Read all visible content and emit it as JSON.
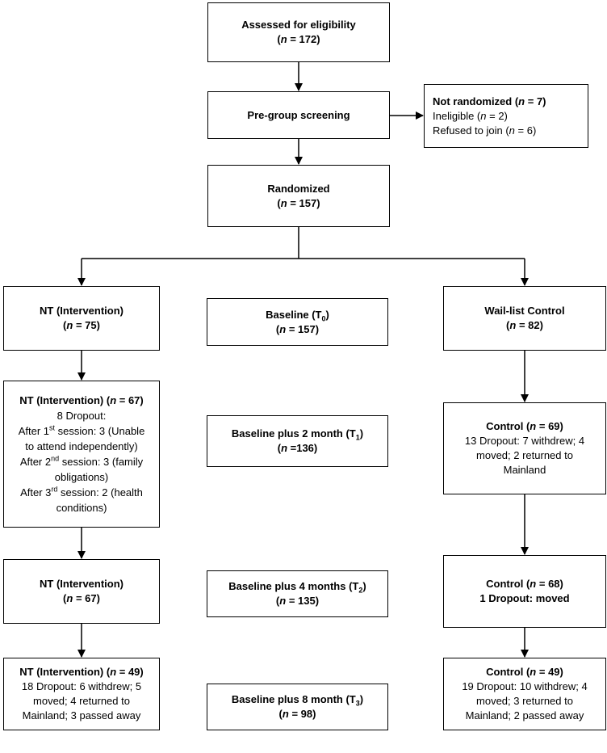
{
  "assessed": {
    "title": "Assessed for eligibility",
    "n_prefix": "n",
    "n_value": " = 172"
  },
  "screening": {
    "title": "Pre-group screening"
  },
  "not_randomized": {
    "title_pre": "Not randomized (",
    "title_n": "n",
    "title_post": " = 7)",
    "line1_pre": "Ineligible (",
    "line1_n": "n",
    "line1_post": " = 2)",
    "line2_pre": "Refused to join (",
    "line2_n": "n",
    "line2_post": " = 6)"
  },
  "randomized": {
    "title": "Randomized",
    "n_prefix": "n",
    "n_value": " = 157"
  },
  "nt_75": {
    "title": "NT (Intervention)",
    "n_prefix": "n",
    "n_value": " = 75"
  },
  "baseline_t0": {
    "title_pre": "Baseline (T",
    "title_sub": "0",
    "title_post": ")",
    "n_prefix": "n",
    "n_value": " = 157"
  },
  "waitlist": {
    "title": "Wail-list Control",
    "n_prefix": "n",
    "n_value": " = 82"
  },
  "nt_67a": {
    "title_pre": "NT (Intervention) (",
    "title_n": "n",
    "title_post": " = 67)",
    "dropout": "8 Dropout:",
    "l1_pre": "After 1",
    "l1_sup": "st",
    "l1_post": " session: 3 (Unable",
    "l1b": "to attend independently)",
    "l2_pre": "After 2",
    "l2_sup": "nd",
    "l2_post": " session: 3 (family",
    "l2b": "obligations)",
    "l3_pre": "After 3",
    "l3_sup": "rd",
    "l3_post": " session: 2 (health",
    "l3b": "conditions)"
  },
  "baseline_t1": {
    "title_pre": "Baseline plus 2 month (T",
    "title_sub": "1",
    "title_post": ")",
    "n_prefix": "n",
    "n_value": " =136"
  },
  "control_69": {
    "title_pre": "Control (",
    "title_n": "n",
    "title_post": " = 69)",
    "l1": "13 Dropout: 7 withdrew; 4",
    "l2": "moved; 2 returned to",
    "l3": "Mainland"
  },
  "nt_67b": {
    "title": "NT (Intervention)",
    "n_prefix": "n",
    "n_value": " = 67"
  },
  "baseline_t2": {
    "title_pre": "Baseline plus 4 months (T",
    "title_sub": "2",
    "title_post": ")",
    "n_prefix": "n",
    "n_value": " = 135"
  },
  "control_68": {
    "title_pre": "Control (",
    "title_n": "n",
    "title_post": " = 68)",
    "l1": "1 Dropout: moved"
  },
  "nt_49": {
    "title_pre": "NT (Intervention) (",
    "title_n": "n",
    "title_post": " = 49)",
    "l1": "18 Dropout: 6 withdrew; 5",
    "l2": "moved; 4 returned to",
    "l3": "Mainland; 3 passed away"
  },
  "baseline_t3": {
    "title_pre": "Baseline plus 8 month (T",
    "title_sub": "3",
    "title_post": ")",
    "n_prefix": "n",
    "n_value": " = 98"
  },
  "control_49": {
    "title_pre": "Control (",
    "title_n": "n",
    "title_post": " = 49)",
    "l1": "19 Dropout: 10 withdrew; 4",
    "l2": "moved; 3 returned to",
    "l3": "Mainland; 2 passed away"
  }
}
